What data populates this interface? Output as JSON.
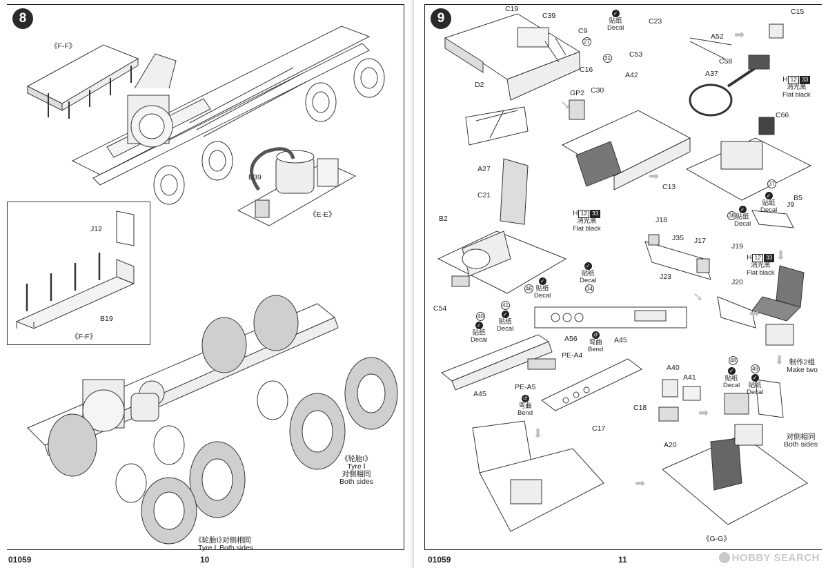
{
  "left_page": {
    "step": "8",
    "page_number": "10",
    "catalog_number": "01059",
    "callouts": {
      "ff_top": "《F-F》",
      "b39": "B39",
      "ee": "《E-E》",
      "tyre1_cn": "《轮胎Ⅰ》",
      "tyre1_en": "Tyre Ⅰ",
      "tyre1_both_cn": "对侧相同",
      "tyre1_both_en": "Both sides",
      "tyre2_cn": "《轮胎Ⅰ》",
      "tyre2_en": "Tyre Ⅰ",
      "tyre2_both_cn": "对侧相同",
      "tyre2_both_en": "Both sides"
    },
    "inset": {
      "j12": "J12",
      "b19": "B19",
      "ff": "《F-F》"
    }
  },
  "right_page": {
    "step": "9",
    "page_number": "11",
    "catalog_number": "01059",
    "labels": {
      "c19": "C19",
      "c39": "C39",
      "c9": "C9",
      "d2": "D2",
      "c16": "C16",
      "a42": "A42",
      "gp2": "GP2",
      "c30": "C30",
      "c23": "C23",
      "a52": "A52",
      "c15": "C15",
      "c53": "C53",
      "c58": "C58",
      "a37": "A37",
      "c66": "C66",
      "c13": "C13",
      "b5": "B5",
      "a27": "A27",
      "c21": "C21",
      "b2": "B2",
      "c54": "C54",
      "j18": "J18",
      "j35": "J35",
      "j17": "J17",
      "j23": "J23",
      "j9": "J9",
      "j19": "J19",
      "j20": "J20",
      "a56": "A56",
      "pe_a4": "PE-A4",
      "a45_top": "A45",
      "a45_left": "A45",
      "pe_a5": "PE-A5",
      "c18": "C18",
      "c17": "C17",
      "a40": "A40",
      "a41": "A41",
      "a20": "A20",
      "gg": "《G-G》"
    },
    "decal_numbers": [
      "27",
      "31",
      "37",
      "38",
      "40",
      "41",
      "46",
      "34",
      "48",
      "49"
    ],
    "decal_cn": "贴纸",
    "decal_en": "Decal",
    "bend_cn": "弯曲",
    "bend_en": "Bend",
    "paint_code_h": "H",
    "paint_num_1": "12",
    "paint_num_2": "33",
    "paint_cn": "消光黑",
    "paint_en": "Flat black",
    "make_two_cn": "制作2组",
    "make_two_en": "Make two",
    "both_sides_cn": "对侧相同",
    "both_sides_en": "Both sides"
  },
  "watermark": "HOBBY SEARCH",
  "icons": [
    "decal-icon",
    "bend-icon",
    "assembly-arrow-icon"
  ],
  "colors": {
    "ink": "#222222",
    "paper": "#ffffff",
    "badge": "#2a2a2a",
    "watermark": "#c8c8c8"
  }
}
